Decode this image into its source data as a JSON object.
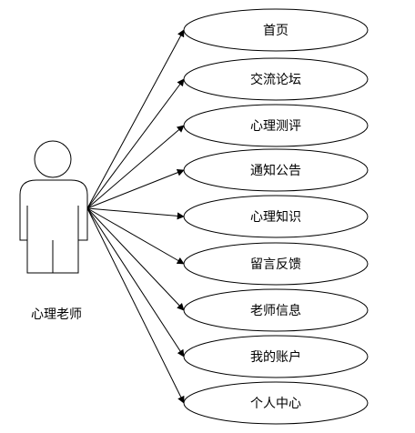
{
  "actor": {
    "label": "心理老师"
  },
  "use_cases": [
    {
      "label": "首页"
    },
    {
      "label": "交流论坛"
    },
    {
      "label": "心理测评"
    },
    {
      "label": "通知公告"
    },
    {
      "label": "心理知识"
    },
    {
      "label": "留言反馈"
    },
    {
      "label": "老师信息"
    },
    {
      "label": "我的账户"
    },
    {
      "label": "个人中心"
    }
  ],
  "colors": {
    "stroke": "#000000",
    "background": "#ffffff"
  }
}
